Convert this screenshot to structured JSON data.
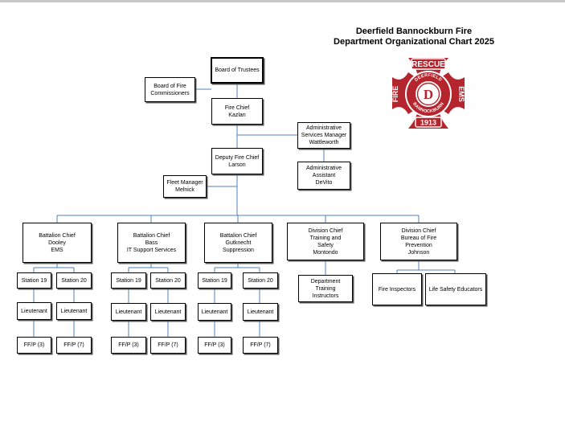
{
  "title": {
    "line1": "Deerfield Bannockburn Fire",
    "line2": "Department Organizational Chart 2025"
  },
  "logo": {
    "top": "RESCUE",
    "left": "FIRE",
    "right": "EMS",
    "ring_top": "DEERFIELD",
    "ring_bottom": "BANNOCKBURN",
    "year": "1913",
    "center": "D",
    "color": "#b5252e"
  },
  "line_color": "#4f81bd",
  "nodes": {
    "board_trustees": [
      "Board of Trustees"
    ],
    "board_fire_commissioners": [
      "Board of Fire",
      "Commissioners"
    ],
    "fire_chief": [
      "Fire Chief",
      "Kazlan"
    ],
    "admin_services_manager": [
      "Administrative",
      "Services Manager",
      "Wattleworth"
    ],
    "admin_assistant": [
      "Administrative",
      "Assistant",
      "DeVito"
    ],
    "deputy_fire_chief": [
      "Deputy Fire Chief",
      "Larson"
    ],
    "fleet_manager": [
      "Fleet Manager",
      "Melnick"
    ],
    "bc_dooley": [
      "Battalion Chief",
      "Dooley",
      "EMS"
    ],
    "bc_bass": [
      "Battalion Chief",
      "Bass",
      "IT Support Services"
    ],
    "bc_gutknecht": [
      "Battalion Chief",
      "Gutknecht",
      "Suppression"
    ],
    "dc_montondo": [
      "Division Chief",
      "Training and",
      "Safety",
      "Montondo"
    ],
    "dc_johnson": [
      "Division Chief",
      "Bureau of Fire",
      "Prevention",
      "Johnson"
    ],
    "dept_training_instructors": [
      "Department",
      "Training",
      "Instructors"
    ],
    "fire_inspectors": [
      "Fire Inspectors"
    ],
    "life_safety_educators": [
      "Life Safety Educators"
    ],
    "a_s19": [
      "Station 19"
    ],
    "a_s20": [
      "Station 20"
    ],
    "a_lt1": [
      "Lieutenant"
    ],
    "a_lt2": [
      "Lieutenant"
    ],
    "a_ff1": [
      "FF/P (3)"
    ],
    "a_ff2": [
      "FF/P (7)"
    ],
    "b_s19": [
      "Station 19"
    ],
    "b_s20": [
      "Station 20"
    ],
    "b_lt1": [
      "Lieutenant"
    ],
    "b_lt2": [
      "Lieutenant"
    ],
    "b_ff1": [
      "FF/P (3)"
    ],
    "b_ff2": [
      "FF/P (7)"
    ],
    "c_s19": [
      "Station 19"
    ],
    "c_s20": [
      "Station 20"
    ],
    "c_lt1": [
      "Lieutenant"
    ],
    "c_lt2": [
      "Lieutenant"
    ],
    "c_ff1": [
      "FF/P (3)"
    ],
    "c_ff2": [
      "FF/P (7)"
    ]
  }
}
